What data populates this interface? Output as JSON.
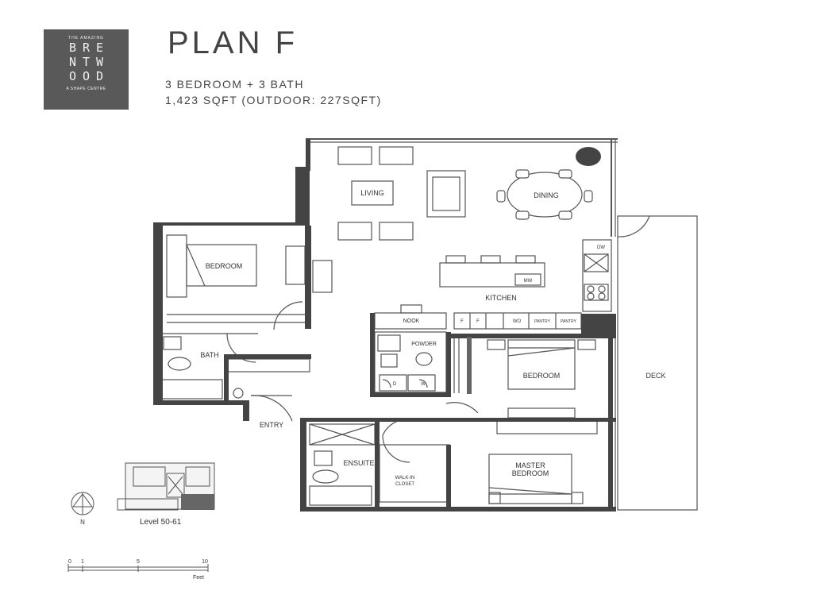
{
  "logo": {
    "tagline": "THE AMAZING",
    "word_lines": [
      "BRE",
      "NTW",
      "OOD"
    ],
    "subline": "A SHAPE CENTRE"
  },
  "header": {
    "title": "PLAN F",
    "bed_bath": "3 BEDROOM + 3 BATH",
    "area": "1,423 SQFT (OUTDOOR: 227SQFT)"
  },
  "rooms": {
    "living": "LIVING",
    "dining": "DINING",
    "kitchen": "KITCHEN",
    "bedroom_west": "BEDROOM",
    "bath": "BATH",
    "nook": "NOOK",
    "powder": "POWDER",
    "bedroom_east": "BEDROOM",
    "deck": "DECK",
    "entry": "ENTRY",
    "ensuite": "ENSUITE",
    "walkin_closet": [
      "WALK-IN",
      "CLOSET"
    ],
    "master_bedroom": [
      "MASTER",
      "BEDROOM"
    ]
  },
  "appliances": {
    "dw": "DW",
    "mw": "MW",
    "f1": "F",
    "f2": "F",
    "wo": "WO",
    "pantry1": "PANTRY",
    "pantry2": "PANTRY",
    "washer": "W",
    "dryer": "D"
  },
  "keyplan": {
    "label": "Level 50-61",
    "north": "N"
  },
  "scale": {
    "ticks": [
      "0",
      "1",
      "5",
      "10"
    ],
    "unit": "Feet"
  }
}
